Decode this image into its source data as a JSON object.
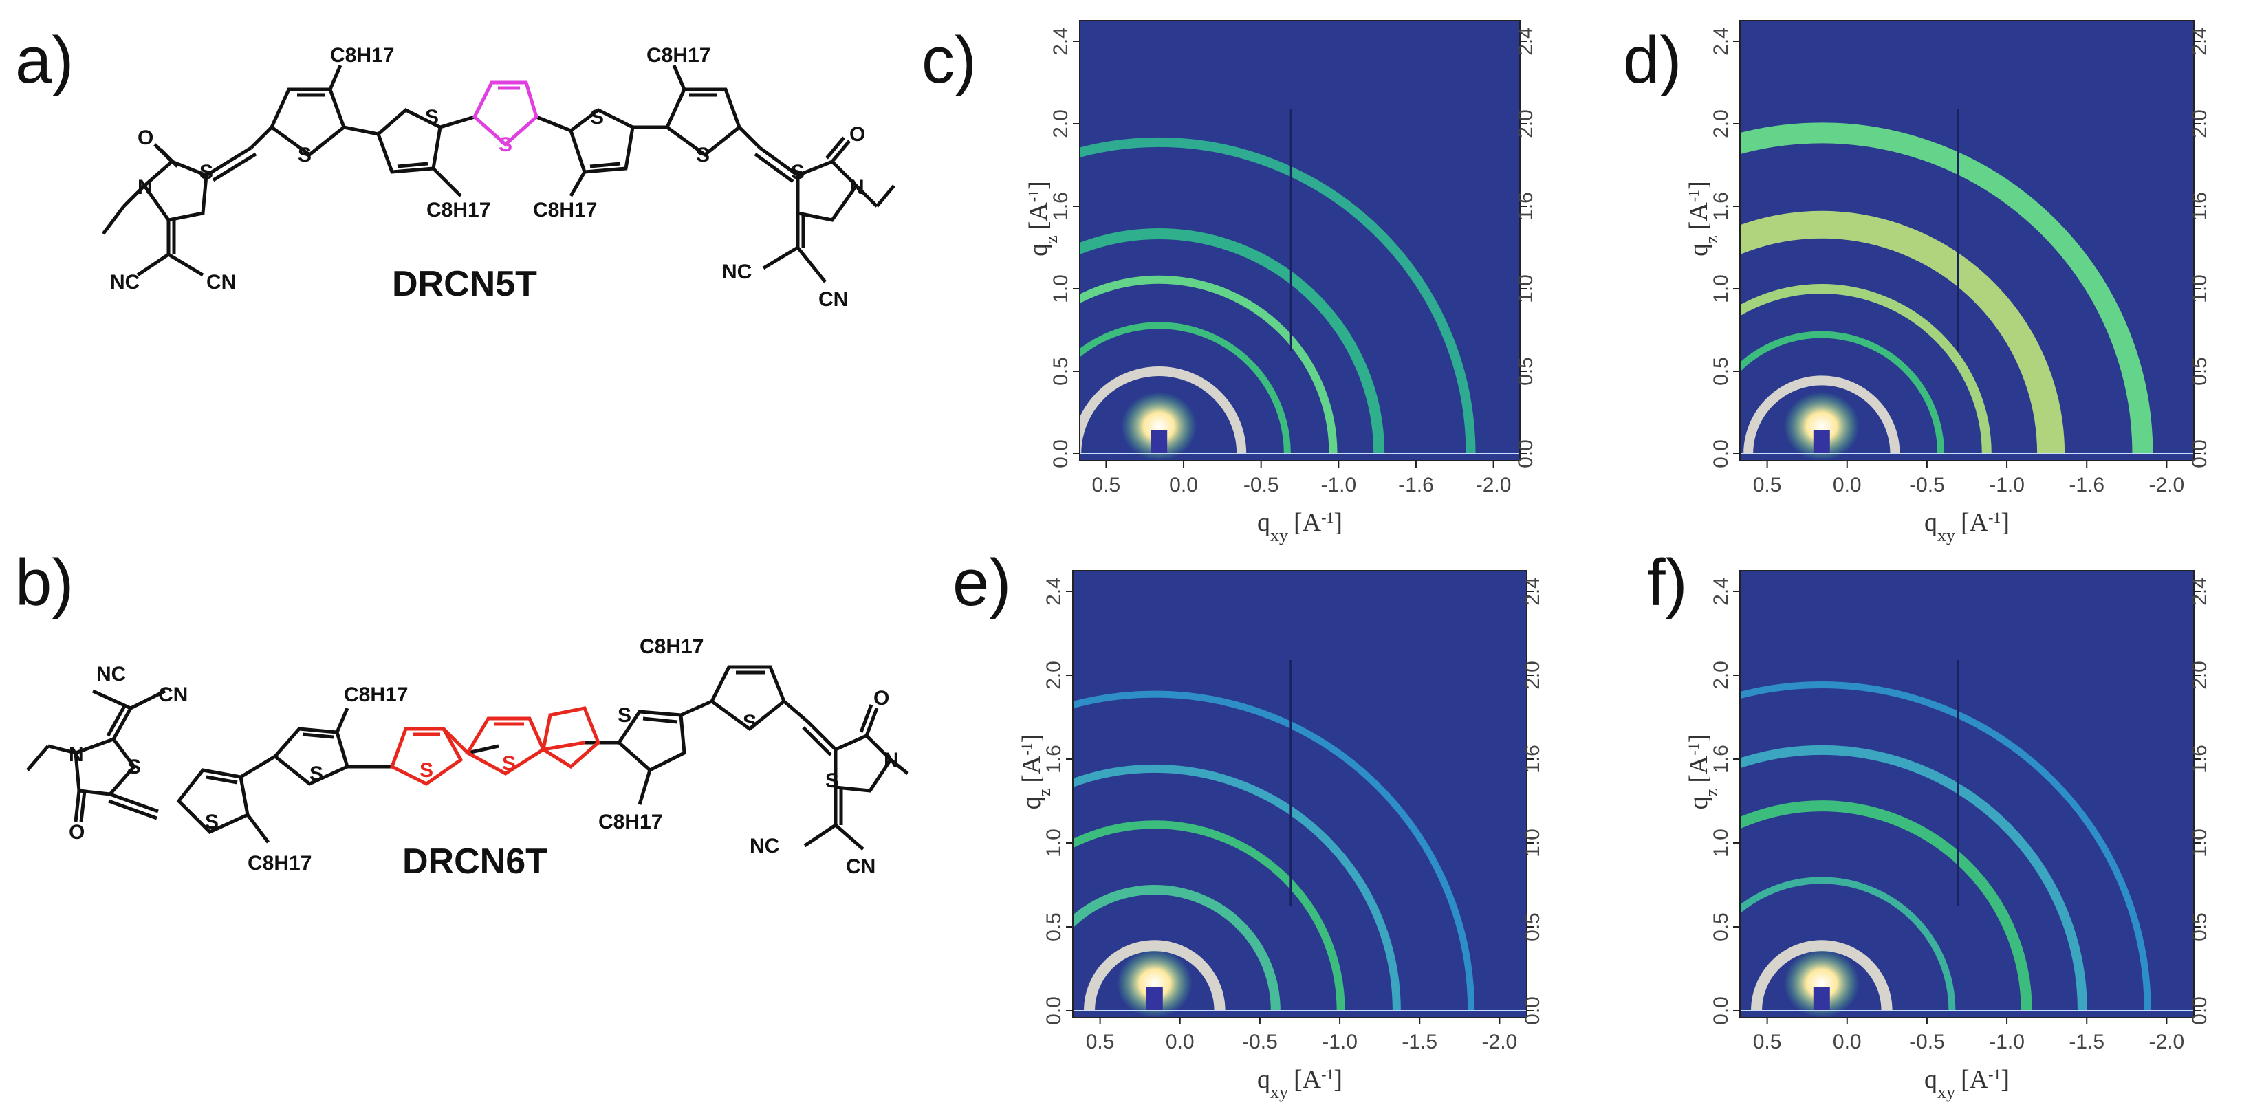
{
  "panels": {
    "a": "a)",
    "b": "b)",
    "c": "c)",
    "d": "d)",
    "e": "e)",
    "f": "f)"
  },
  "molecules": {
    "a": {
      "name": "DRCN5T",
      "sidechain": "C8H17",
      "atoms": {
        "s": "S",
        "n": "N",
        "o": "O",
        "cn": "CN",
        "nc": "NC"
      },
      "highlight_color": "#e040e0"
    },
    "b": {
      "name": "DRCN6T",
      "sidechain": "C8H17",
      "atoms": {
        "s": "S",
        "n": "N",
        "o": "O",
        "cn": "CN",
        "nc": "NC"
      },
      "highlight_color": "#e8281e"
    }
  },
  "gixd": {
    "plot_bg": "#2b3a8f",
    "x_ticks_cd": [
      "0.5",
      "0.0",
      "-0.5",
      "-1.0",
      "-1.6",
      "-2.0"
    ],
    "x_ticks_ef": [
      "0.5",
      "0.0",
      "-0.5",
      "-1.0",
      "-1.5",
      "-2.0"
    ],
    "y_ticks": [
      "0.0",
      "0.5",
      "1.0",
      "1.6",
      "2.0",
      "2.4"
    ],
    "xlabel": "q",
    "xlabel_sub": "xy",
    "ylabel": "q",
    "ylabel_sub": "z",
    "unit_open": "[A",
    "unit_sup": "-1",
    "unit_close": "]"
  }
}
